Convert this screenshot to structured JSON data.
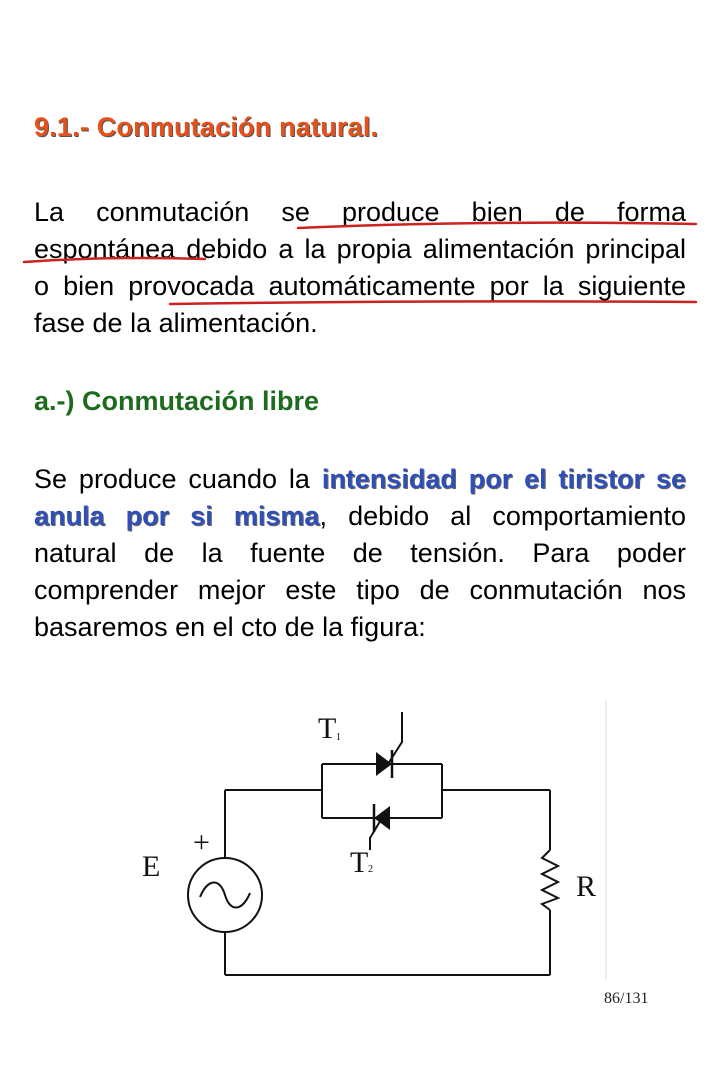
{
  "heading": "9.1.- Conmutación natural.",
  "paragraph1": "La conmutación se produce bien de forma espontánea debido a la propia alimentación principal o bien provocada automáticamente por la siguiente fase de la alimentación.",
  "subheading": "a.-) Conmutación libre",
  "paragraph2": {
    "prefix": "Se produce cuando la ",
    "emphasis": "intensidad por el tiristor se anula por si misma",
    "suffix": ", debido al comportamiento natural de la fuente de tensión. Para poder comprender mejor este tipo de conmutación nos basaremos en el cto de la figura:"
  },
  "circuit": {
    "source_label": "E",
    "plus_sign": "+",
    "resistor_label": "R",
    "thyristor1_label": "T",
    "thyristor1_sub": "1",
    "thyristor2_label": "T",
    "thyristor2_sub": "2"
  },
  "page_number": "86/131",
  "colors": {
    "heading": "#e8501a",
    "subheading": "#1d6b1d",
    "emphasis": "#2f4fb8",
    "underline": "#cc2222"
  }
}
